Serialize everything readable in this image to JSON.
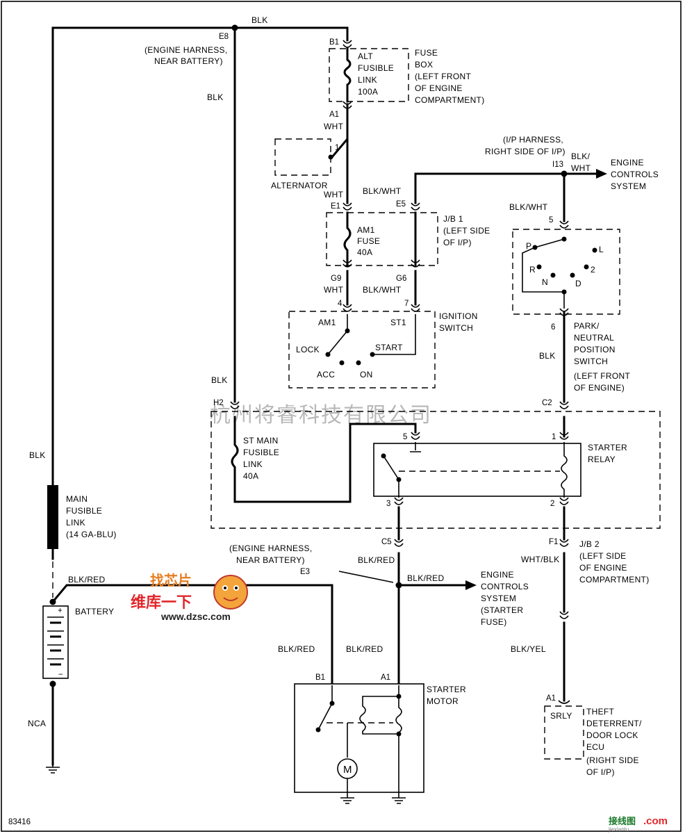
{
  "diagram_id": "83416",
  "watermark": "杭州将睿科技有限公司",
  "logo": {
    "line1": "找芯片",
    "line2": "维库一下",
    "url": "www.dzsc.com"
  },
  "footer_logo": {
    "text": "接线图",
    "suffix": ".com",
    "sub": "jiexiantu"
  },
  "wire_colors": {
    "blk_top": "BLK",
    "blk_left1": "BLK",
    "blk_left2": "BLK",
    "blk_main": "BLK",
    "wht_a1": "WHT",
    "wht_e1": "WHT",
    "blk_wht_e5": "BLK/WHT",
    "wht_g9": "WHT",
    "blk_wht_g6": "BLK/WHT",
    "blk_wht_i13": "BLK/\nWHT",
    "blk_wht_5": "BLK/WHT",
    "blk_park": "BLK",
    "blk_red_batt": "BLK/RED",
    "blk_red_c5": "BLK/RED",
    "blk_red_e3": "BLK/RED",
    "blk_red_b1": "BLK/RED",
    "blk_red_a1": "BLK/RED",
    "wht_blk_f1": "WHT/BLK",
    "blk_yel": "BLK/YEL",
    "nca": "NCA"
  },
  "connectors": {
    "e8": "E8",
    "e8_note": [
      "(ENGINE HARNESS,",
      "NEAR BATTERY)"
    ],
    "b1_top": "B1",
    "a1_top": "A1",
    "e1": "E1",
    "e5": "E5",
    "g9": "G9",
    "g6": "G6",
    "i13": "I13",
    "i13_note": [
      "(I/P HARNESS,",
      "RIGHT SIDE OF I/P)"
    ],
    "h2": "H2",
    "c2": "C2",
    "c5": "C5",
    "f1": "F1",
    "e3": "E3",
    "e3_note": [
      "(ENGINE HARNESS,",
      "NEAR BATTERY)"
    ],
    "b1_starter": "B1",
    "a1_starter": "A1",
    "a1_theft": "A1",
    "pin_4": "4",
    "pin_7": "7",
    "pin_5": "5",
    "pin_6": "6",
    "relay_5": "5",
    "relay_1": "1",
    "relay_3": "3",
    "relay_2": "2",
    "pin_1": "1"
  },
  "components": {
    "alt_fusible": [
      "ALT",
      "FUSIBLE",
      "LINK",
      "100A"
    ],
    "fuse_box": [
      "FUSE",
      "BOX",
      "(LEFT FRONT",
      "OF ENGINE",
      "COMPARTMENT)"
    ],
    "alternator": "ALTERNATOR",
    "am1_fuse": [
      "AM1",
      "FUSE",
      "40A"
    ],
    "jb1": [
      "J/B 1",
      "(LEFT SIDE",
      "OF I/P)"
    ],
    "ignition": [
      "IGNITION",
      "SWITCH"
    ],
    "ign_am1": "AM1",
    "ign_st1": "ST1",
    "ign_lock": "LOCK",
    "ign_start": "START",
    "ign_acc": "ACC",
    "ign_on": "ON",
    "engine_controls_1": [
      "ENGINE",
      "CONTROLS",
      "SYSTEM"
    ],
    "park_neutral": [
      "PARK/",
      "NEUTRAL",
      "POSITION",
      "SWITCH",
      "(LEFT FRONT",
      "OF ENGINE)"
    ],
    "pos_p": "P",
    "pos_l": "L",
    "pos_r": "R",
    "pos_2": "2",
    "pos_n": "N",
    "pos_d": "D",
    "st_main": [
      "ST MAIN",
      "FUSIBLE",
      "LINK",
      "40A"
    ],
    "starter_relay": [
      "STARTER",
      "RELAY"
    ],
    "main_fusible": [
      "MAIN",
      "FUSIBLE",
      "LINK",
      "(14 GA-BLU)"
    ],
    "battery": "BATTERY",
    "engine_controls_2": [
      "ENGINE",
      "CONTROLS",
      "SYSTEM",
      "(STARTER",
      "FUSE)"
    ],
    "jb2": [
      "J/B 2",
      "(LEFT SIDE",
      "OF ENGINE",
      "COMPARTMENT)"
    ],
    "starter_motor": [
      "STARTER",
      "MOTOR"
    ],
    "motor_symbol": "M",
    "theft_ecu": [
      "THEFT",
      "DETERRENT/",
      "DOOR LOCK",
      "ECU",
      "(RIGHT SIDE",
      "OF I/P)"
    ],
    "srly": "SRLY",
    "plus": "+",
    "minus": "−"
  }
}
